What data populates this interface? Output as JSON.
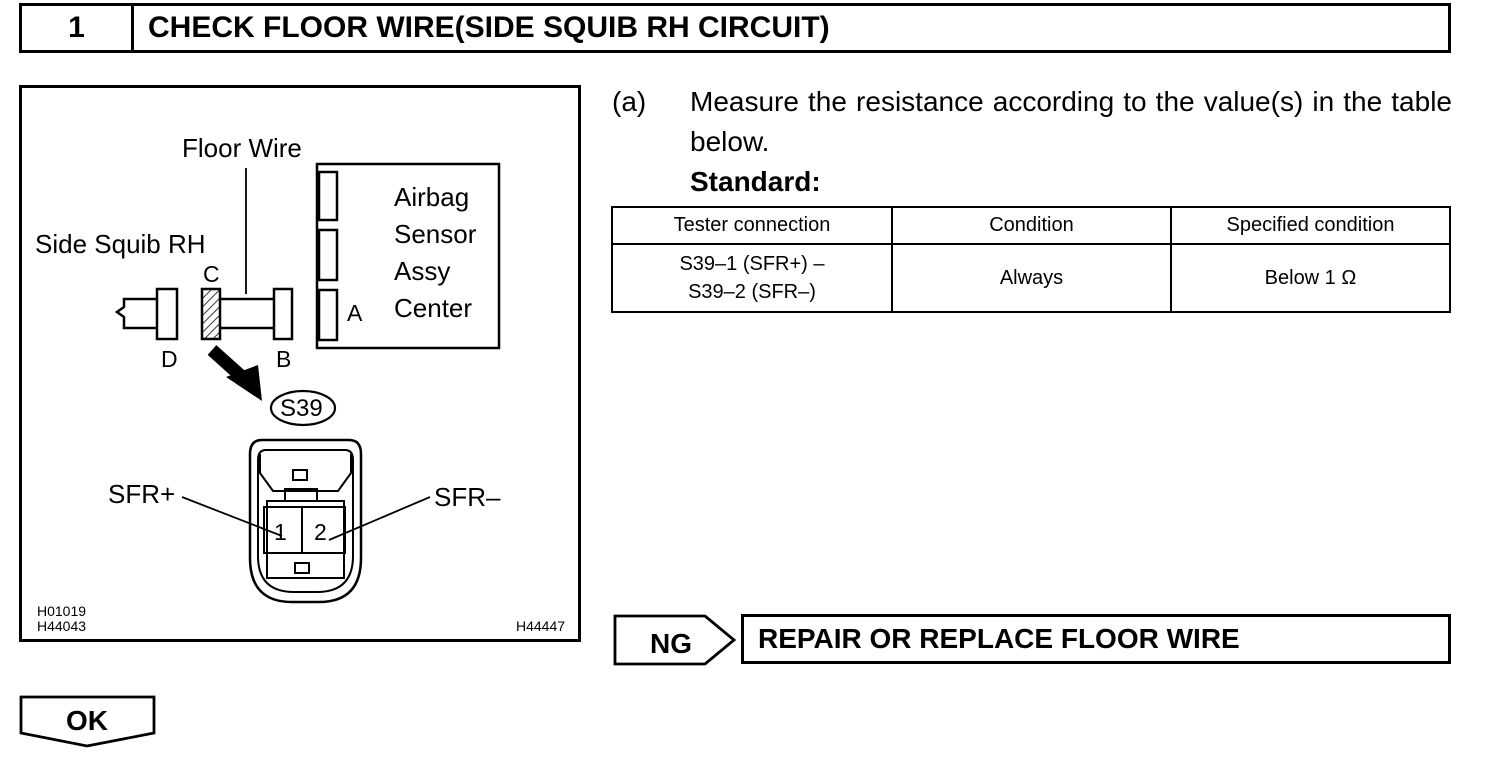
{
  "header": {
    "step_number": "1",
    "title": "CHECK FLOOR WIRE(SIDE SQUIB RH CIRCUIT)"
  },
  "diagram": {
    "labels": {
      "floor_wire": "Floor Wire",
      "side_squib_rh": "Side Squib RH",
      "airbag_line1": "Airbag",
      "airbag_line2": "Sensor",
      "airbag_line3": "Assy",
      "airbag_line4": "Center",
      "conn_a": "A",
      "conn_b": "B",
      "conn_c": "C",
      "conn_d": "D",
      "connector_id": "S39",
      "sfr_plus": "SFR+",
      "sfr_minus": "SFR–",
      "pin_1": "1",
      "pin_2": "2"
    },
    "codes": {
      "left_line1": "H01019",
      "left_line2": "H44043",
      "right": "H44447"
    }
  },
  "instruction": {
    "letter": "(a)",
    "text": "Measure the resistance according to the value(s) in the table below.",
    "standard_label": "Standard:"
  },
  "table": {
    "headers": [
      "Tester connection",
      "Condition",
      "Specified condition"
    ],
    "rows": [
      {
        "tester_line1": "S39–1 (SFR+) –",
        "tester_line2": "S39–2 (SFR–)",
        "condition": "Always",
        "specified": "Below 1 Ω"
      }
    ]
  },
  "results": {
    "ng_label": "NG",
    "ng_action": "REPAIR OR REPLACE FLOOR WIRE",
    "ok_label": "OK"
  }
}
